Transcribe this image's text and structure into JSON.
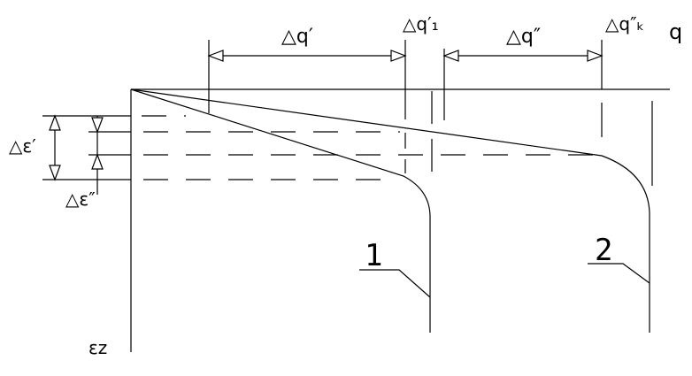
{
  "labels": {
    "dq1": "△q′",
    "dq1_1": "△q′₁",
    "dq2": "△q″",
    "dqk": "△q″ₖ",
    "q": "q",
    "de1": "△ε′",
    "de2": "△ε″",
    "ez": "εz",
    "curve1": "1",
    "curve2": "2"
  }
}
